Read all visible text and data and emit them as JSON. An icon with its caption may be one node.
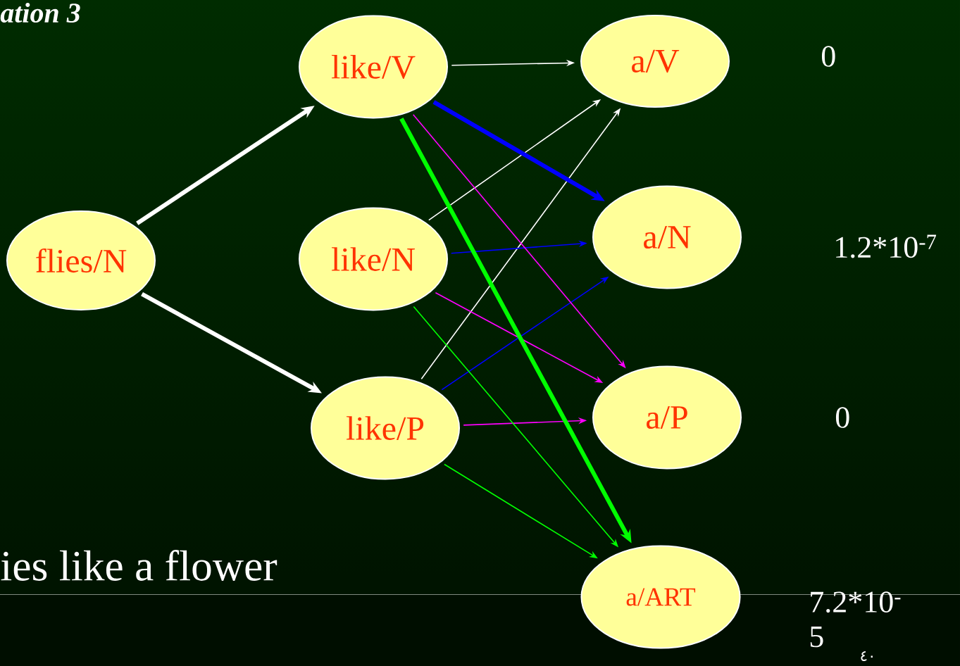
{
  "diagram": {
    "title": "ation 3",
    "nodes": [
      {
        "text": [
          "flies/N"
        ]
      },
      {
        "text": [
          "like/V"
        ]
      },
      {
        "text": [
          "like/N"
        ]
      },
      {
        "text": [
          "like/P"
        ]
      },
      {
        "text": [
          "a/V"
        ]
      },
      {
        "text": [
          "a/N"
        ]
      },
      {
        "text": [
          "a/P"
        ]
      },
      {
        "text": [
          "a/ART"
        ]
      }
    ],
    "edges": [
      {
        "from": 0,
        "to": 1,
        "arrow": "to",
        "style": "thick"
      },
      {
        "from": 0,
        "to": 3,
        "arrow": "to",
        "style": "thick"
      },
      {
        "from": 1,
        "to": 4,
        "arrow": "to"
      },
      {
        "from": 2,
        "to": 4,
        "arrow": "to"
      },
      {
        "from": 3,
        "to": 4,
        "arrow": "to"
      },
      {
        "from": 1,
        "to": 5,
        "arrow": "to",
        "style": "thick",
        "color": "#0000ff"
      },
      {
        "from": 2,
        "to": 5,
        "arrow": "to",
        "color": "#0000ff"
      },
      {
        "from": 3,
        "to": 5,
        "arrow": "to",
        "color": "#0000ff"
      },
      {
        "from": 1,
        "to": 6,
        "arrow": "to",
        "color": "#ff00ff"
      },
      {
        "from": 2,
        "to": 6,
        "arrow": "to",
        "color": "#ff00ff"
      },
      {
        "from": 3,
        "to": 6,
        "arrow": "to",
        "color": "#ff00ff"
      },
      {
        "from": 1,
        "to": 7,
        "arrow": "to",
        "style": "thick",
        "color": "#00ff00"
      },
      {
        "from": 2,
        "to": 7,
        "arrow": "to",
        "color": "#00ff00"
      },
      {
        "from": 3,
        "to": 7,
        "arrow": "to",
        "color": "#00ff00"
      }
    ],
    "labels": [
      "0",
      "1.2*10$^{-7}$",
      "0",
      "ies like a flower",
      "7.2*10$^{-}$ 5",
      "٤٠"
    ]
  }
}
